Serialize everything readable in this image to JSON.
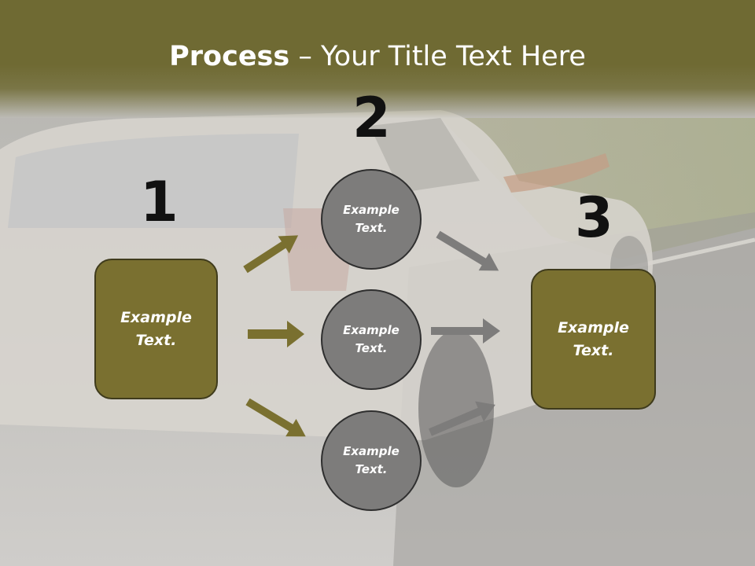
{
  "title": {
    "bold": "Process",
    "rest": " – Your Title Text Here"
  },
  "steps": [
    {
      "number": "1",
      "label": "Example\nText."
    },
    {
      "number": "2",
      "labels": [
        "Example\nText.",
        "Example\nText.",
        "Example\nText."
      ]
    },
    {
      "number": "3",
      "label": "Example\nText."
    }
  ],
  "colors": {
    "olive": "#7a7030",
    "gray": "#7d7c7b",
    "title_band": "#6f6a33"
  }
}
